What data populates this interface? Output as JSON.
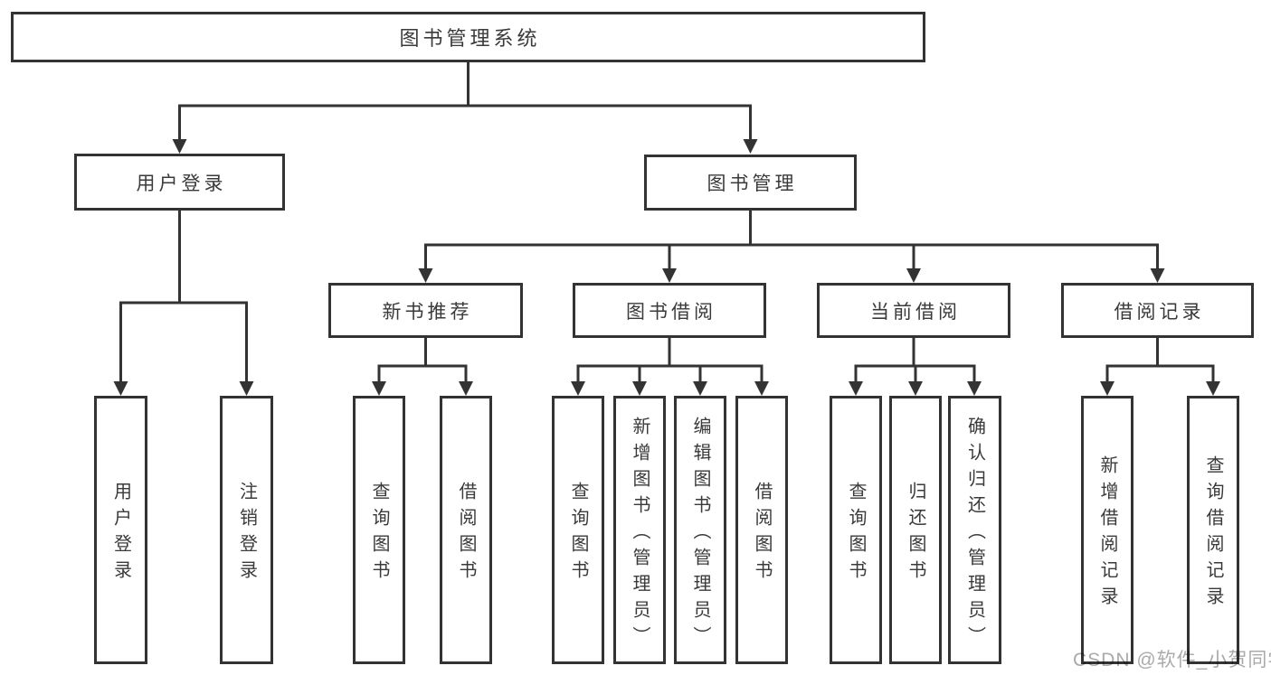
{
  "diagram": {
    "title": "图书管理系统",
    "level2": {
      "user_login": "用户登录",
      "book_mgmt": "图书管理"
    },
    "level3": {
      "new_books": "新书推荐",
      "borrowing": "图书借阅",
      "current": "当前借阅",
      "records": "借阅记录"
    },
    "leaves": {
      "user_login": [
        "用户登录",
        "注销登录"
      ],
      "new_books": [
        "查询图书",
        "借阅图书"
      ],
      "borrowing": [
        "查询图书",
        "新增图书（管理员）",
        "编辑图书（管理员）",
        "借阅图书"
      ],
      "current": [
        "查询图书",
        "归还图书",
        "确认归还（管理员）"
      ],
      "records": [
        "新增借阅记录",
        "查询借阅记录"
      ]
    }
  },
  "watermark": "CSDN @软件_小贺同学",
  "colors": {
    "line": "#333333",
    "box_border": "#333333",
    "text": "#3a3a3a",
    "watermark": "#aaaaaa",
    "background": "#ffffff"
  }
}
